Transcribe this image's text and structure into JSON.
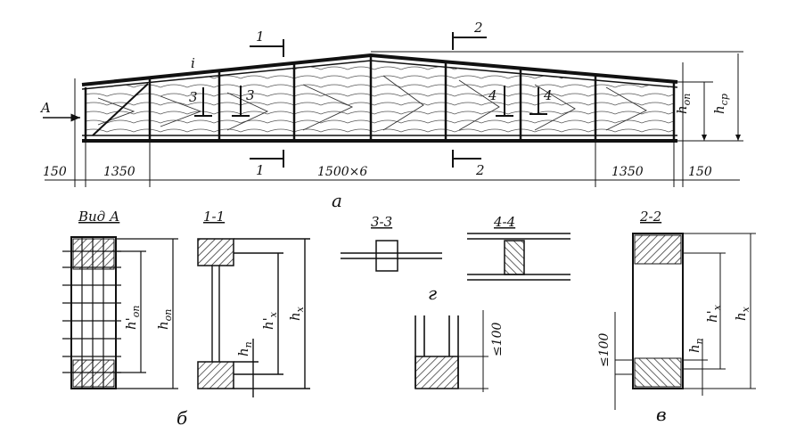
{
  "elevation": {
    "section_mark_1_top": "1",
    "section_mark_1_bottom": "1",
    "section_mark_2_top": "2",
    "section_mark_2_bottom": "2",
    "slope_label": "i",
    "view_arrow_label": "A",
    "section_3_left": "3",
    "section_3_right": "3",
    "section_4_left": "4",
    "section_4_right": "4",
    "h_support": "h",
    "h_support_sub": "оп",
    "h_mid": "h",
    "h_mid_sub": "ср",
    "dim_150_left": "150",
    "dim_1350_left": "1350",
    "dim_panels": "1500×6",
    "dim_1350_right": "1350",
    "dim_150_right": "150",
    "caption": "а"
  },
  "view_a": {
    "title": "Вид А",
    "h_prime": "h'",
    "h_prime_sub": "оп",
    "h": "h",
    "h_sub": "оп",
    "caption": "б"
  },
  "section_1_1": {
    "title": "1-1",
    "hx_prime": "h'",
    "hx_prime_sub": "x",
    "hx": "h",
    "hx_sub": "x",
    "hn": "h",
    "hn_sub": "п"
  },
  "section_3_3": {
    "title": "3-3"
  },
  "section_4_4": {
    "title": "4-4"
  },
  "detail_g": {
    "caption": "г",
    "dim": "≤100"
  },
  "section_2_2": {
    "title": "2-2",
    "dim": "≤100",
    "hx_prime": "h'",
    "hx_prime_sub": "x",
    "hx": "h",
    "hx_sub": "x",
    "hn": "h",
    "hn_sub": "п",
    "caption": "в"
  }
}
